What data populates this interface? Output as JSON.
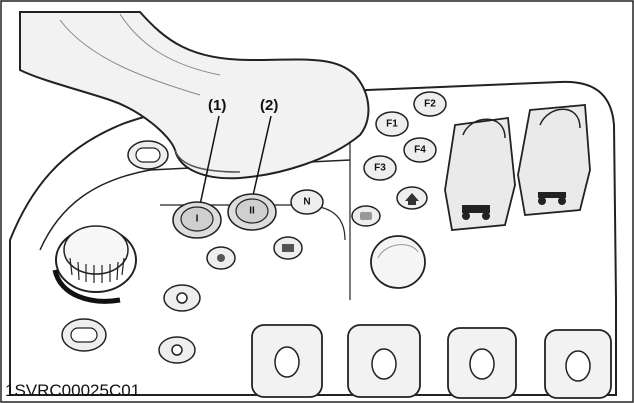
{
  "figure": {
    "code": "1SVRC00025C01",
    "callouts": [
      "(1)",
      "(2)"
    ],
    "buttons": {
      "f1": "F1",
      "f2": "F2",
      "f3": "F3",
      "f4": "F4",
      "neutral": "N",
      "gear_1": "I",
      "gear_2": "II"
    },
    "icons": [
      "joystick-handle-icon",
      "dial-knob-icon",
      "home-icon",
      "tractor-implement-icon",
      "rocker-switch-icon"
    ]
  }
}
